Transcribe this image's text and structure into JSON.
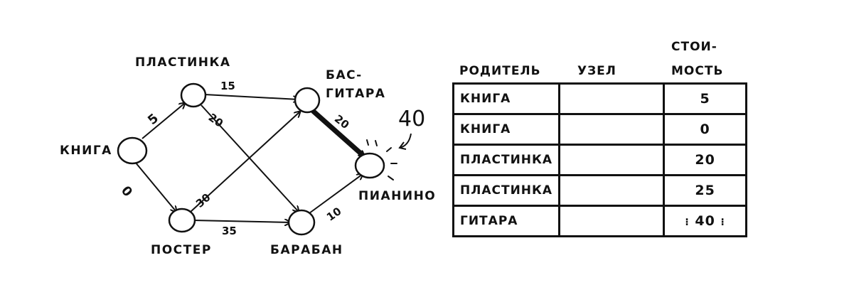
{
  "graph": {
    "nodes": {
      "kniga": "КНИГА",
      "plastinka": "ПЛАСТИНКА",
      "poster": "ПОСТЕР",
      "bas_gitara_line1": "БАС-",
      "bas_gitara_line2": "ГИТАРА",
      "baraban": "БАРАБАН",
      "pianino": "ПИАНИНО"
    },
    "edges": [
      {
        "from": "КНИГА",
        "to": "ПЛАСТИНКА",
        "weight": "5"
      },
      {
        "from": "КНИГА",
        "to": "ПОСТЕР",
        "weight": "0"
      },
      {
        "from": "ПЛАСТИНКА",
        "to": "БАС-ГИТАРА",
        "weight": "15"
      },
      {
        "from": "ПЛАСТИНКА",
        "to": "БАРАБАН",
        "weight": "20"
      },
      {
        "from": "ПОСТЕР",
        "to": "БАС-ГИТАРА",
        "weight": "30"
      },
      {
        "from": "ПОСТЕР",
        "to": "БАРАБАН",
        "weight": "35"
      },
      {
        "from": "БАС-ГИТАРА",
        "to": "ПИАНИНО",
        "weight": "20",
        "highlighted": true
      },
      {
        "from": "БАРАБАН",
        "to": "ПИАНИНО",
        "weight": "10"
      }
    ],
    "annotation": "40"
  },
  "table": {
    "headers": {
      "parent": "РОДИТЕЛЬ",
      "node": "УЗЕЛ",
      "cost_line1": "СТОИ-",
      "cost_line2": "МОСТЬ"
    },
    "rows": [
      {
        "parent": "КНИГА",
        "node": "",
        "cost": "5"
      },
      {
        "parent": "КНИГА",
        "node": "",
        "cost": "0"
      },
      {
        "parent": "ПЛАСТИНКА",
        "node": "",
        "cost": "20"
      },
      {
        "parent": "ПЛАСТИНКА",
        "node": "",
        "cost": "25"
      },
      {
        "parent": "ГИТАРА",
        "node": "",
        "cost": "40",
        "highlighted": true
      }
    ]
  }
}
